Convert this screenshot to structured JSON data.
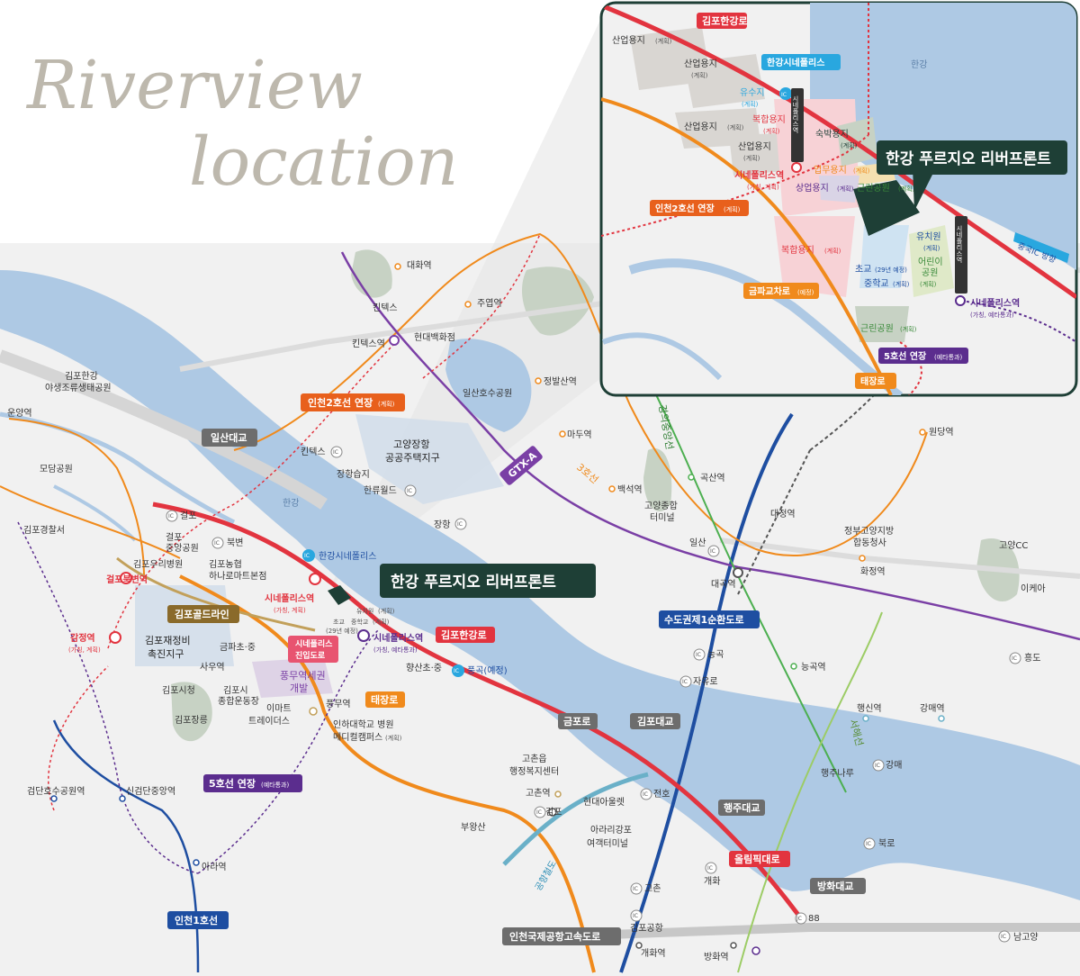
{
  "heading": {
    "line1": "Riverview",
    "line2": "location"
  },
  "project": {
    "name": "한강 푸르지오 리버프론트"
  },
  "roads": {
    "ilsan_bridge": "일산대교",
    "gold_line": "김포골드라인",
    "incheon2": "인천2호선 연장",
    "incheon2_note": "(계획)",
    "incheon2_inset": "인천2호선 연장",
    "incheon2_inset_note": "(계획)",
    "gimpo_hangang": "김포한강로",
    "gimpo_hangang_inset": "김포한강로",
    "taejang": "태장로",
    "taejang_inset": "태장로",
    "geumpo": "금포로",
    "gimpo_bridge": "김포대교",
    "capital_ring": "수도권제1순환도로",
    "line5": "5호선 연장",
    "line5_note": "(예타통과)",
    "line5_inset": "5호선 연장",
    "line5_inset_note": "(예타통과)",
    "haengju_bridge": "행주대교",
    "olympic": "올림픽대로",
    "banghwa_bridge": "방화대교",
    "incheon1": "인천1호선",
    "airport_exp": "인천국제공항고속도로",
    "gtx": "GTX-A",
    "line3": "3호선",
    "gyeongui": "경의중앙선",
    "seohae": "서해선",
    "airport_rail": "공항철도",
    "cine_access": "시네폴리스",
    "cine_access2": "진입도로",
    "cine_access_note": "(예정)",
    "geumpa": "금파교차로",
    "geumpa_note": "(예정)"
  },
  "areas": {
    "hangang": "한강",
    "hangang_inset": "한강",
    "goyang_public": "고양장항",
    "goyang_public2": "공공주택지구",
    "gimpo_redev": "김포재정비",
    "gimpo_redev2": "촉진지구",
    "pungmu": "풍무역세권",
    "pungmu2": "개발"
  },
  "stations": {
    "daehwa": "대화역",
    "juyeop": "주엽역",
    "kintex": "킨텍스",
    "kintex_st": "킨텍스역",
    "hyundai_dept": "현대백화점",
    "jeongbalsan": "정발산역",
    "ilsan_lake": "일산호수공원",
    "madu": "마두역",
    "baekseok": "백석역",
    "goyang_terminal": "고양종합",
    "goyang_terminal2": "터미널",
    "gosan": "곡산역",
    "daejeong": "대정역",
    "wondang": "원당역",
    "goyang_gov": "정부고양지방",
    "goyang_gov2": "합동청사",
    "hwajeong": "화정역",
    "daegok": "대곡역",
    "goyang_cc": "고양CC",
    "ikea": "이케아",
    "heungdo": "흥도",
    "neunggok_ic": "능곡",
    "neunggok": "능곡역",
    "jayuro": "자유로",
    "haengsin": "행신역",
    "gangmae": "강매역",
    "haengju_naru": "행주나루",
    "gangmae_ic": "강매",
    "bukbu": "북로",
    "namgoyang": "남고양",
    "ic88": "88",
    "banghwa": "방화역",
    "gaehwa_ic": "개화",
    "jeonho": "전호",
    "gimpo_ic": "김포",
    "gochon_ic": "고촌",
    "gimpo_airport": "김포공항",
    "gaehwa": "개화역",
    "hyundai_outlet": "현대아울렛",
    "arirang": "아라리강포",
    "arirang2": "여객터미널",
    "gochon": "고촌역",
    "gochon_office": "고촌읍",
    "gochon_office2": "행정복지센터",
    "buwangsan": "부왕산",
    "pungmu_st": "풍무역",
    "inha": "인하대학교 병원",
    "medicity": "메디컬캠퍼스",
    "medicity_note": "(계획)",
    "emart": "이마트",
    "traders": "트레이더스",
    "gimpo_cityhall": "김포시청",
    "gimpo_sports": "김포시",
    "gimpo_sports2": "종합운동장",
    "gimpo_jangreung": "김포장릉",
    "sau": "사우역",
    "geumpa_jung": "금파초·중",
    "geolpo": "걸포",
    "geolpo_park": "걸포",
    "geolpo_park2": "중앙공원",
    "bukbyeon": "북변",
    "gimpo_uri": "김포우리병원",
    "hanaro": "김포농협",
    "hanaro2": "하나로마트본점",
    "geolpo_bukbyeon": "걸포북변역",
    "gamjeong": "감정역",
    "gamjeong_note": "(가칭, 계획)",
    "gimpo_police": "김포경찰서",
    "undyang": "운양역",
    "modam": "모담공원",
    "gimpo_hangang_park": "김포한강",
    "gimpo_hangang_park2": "야생조류생태공원",
    "geomdan": "검단호수공원역",
    "singeomdan": "신검단중앙역",
    "ara": "아라역",
    "jangsan": "장항습지",
    "hanryu": "한류월드",
    "jangsan_ic": "장항",
    "kintex_ic": "킨텍스",
    "ilsan_ic": "일산",
    "hyangsan": "향산초·중",
    "punggok": "풍곡(예정)",
    "hangang_cine": "한강시네폴리스",
    "cine_station": "시네폴리스역",
    "cine_station_note": "(가칭, 계획)",
    "cine_station_e": "시네폴리스역",
    "cine_station_e_note": "(가칭, 예타통과)",
    "kindergarten": "유치원",
    "kindergarten_note": "(계획)",
    "school": "초교",
    "school_note": "(29년 예정)",
    "middle": "중학교",
    "middle_note": "(계획)"
  },
  "inset": {
    "ind1": "산업용지",
    "ind1_note": "(계획)",
    "ind2": "산업용지",
    "ind2_note": "(계획)",
    "ind3": "산업용지",
    "ind3_note": "(계획)",
    "ind4": "산업용지",
    "ind4_note": "(계획)",
    "reservoir": "유수지",
    "reservoir_note": "(계획)",
    "complex1": "복합용지",
    "complex1_note": "(계획)",
    "complex2": "복합용지",
    "complex2_note": "(계획)",
    "lodging": "숙박용지",
    "lodging_note": "(계획)",
    "mixed": "업무용지",
    "mixed_note": "(계획)",
    "commercial": "상업용지",
    "commercial_note": "(계획)",
    "park1": "근린공원",
    "park1_note": "(계획)",
    "park2": "근린공원",
    "park2_note": "(계획)",
    "kinder": "유치원",
    "kinder_note": "(계획)",
    "child_park": "어린이",
    "child_park2": "공원",
    "child_park_note": "(계획)",
    "school": "초교",
    "school_note": "(29년 예정)",
    "middle": "중학교",
    "middle_note": "(계획)",
    "cine_ic": "한강시네폴리스",
    "cine_st": "시네폴리스역",
    "cine_st_note": "(가칭, 계획)",
    "cine_st_e": "시네폴리스역",
    "cine_st_e_note": "(가칭, 예타통과)",
    "vertical_st": "시네폴리스역",
    "vertical_st2": "시네폴리스역",
    "to_china": "중국IC 방향"
  },
  "colors": {
    "river": "#aec9e4",
    "road_red": "#e2343f",
    "road_orange": "#f08a1c",
    "line5": "#5b2d8e",
    "incheon1": "#1e4ea1",
    "gold": "#8a6a2a",
    "dark_green": "#1e3f36",
    "navy": "#1e4ea1"
  }
}
